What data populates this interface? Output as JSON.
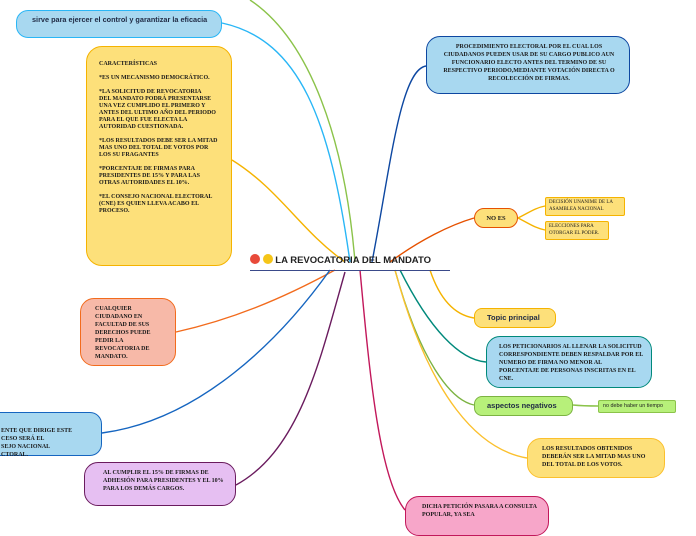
{
  "center": {
    "title": "LA REVOCATORIA DEL MANDATO"
  },
  "nodes": {
    "control": "sirve para ejercer el control y garantizar la eficacia",
    "caracteristicas": "CARACTERÍSTICAS\n\n*ES UN MECANISMO DEMOCRÁTICO.\n\n*LA SOLICITUD DE REVOCATORIA\nDEL MANDATO PODRÁ PRESENTARSE\nUNA VEZ CUMPLIDO EL PRIMERO Y ANTES DEL ULTIMO AÑO DEL PERIODO PARA EL QUE FUE ELECTA LA AUTORIDAD CUESTIONADA.\n\n*LOS RESULTADOS DEBE SER LA MITAD MAS UNO DEL TOTAL DE VOTOS POR LOS SU FRAGANTES\n\n*PORCENTAJE DE FIRMAS PARA PRESIDENTES DE 15% Y PARA LAS OTRAS AUTORIDADES EL 10%.\n\n*EL CONSEJO NACIONAL ELECTORAL (CNE) ES QUIEN LLEVA ACABO EL PROCESO.",
    "cualquier": "CUALQUIER CIUDADANO EN FACULTAD DE SUS DERECHOS PUEDE PEDIR LA REVOCATORIA DE MANDATO.",
    "ente": "ENTE QUE DIRIGE ESTE\nCESO SERÁ EL\nSEJO NACIONAL\nCTORAL.",
    "al_cumplir": "AL CUMPLIR EL 15% DE FIRMAS DE ADHESIÓN PARA PRESIDENTES Y EL 10% PARA LOS DEMÁS CARGOS.",
    "procedimiento": "PROCEDIMIENTO ELECTORAL POR EL CUAL LOS CIUDADANOS PUEDEN USAR DE SU CARGO PUBLICO AUN FUNCIONARIO ELECTO ANTES DEL TERMINO DE SU RESPECTIVO PERIODO,MEDIANTE VOTACIÓN DIRECTA O RECOLECCIÓN DE FIRMAS.",
    "no_es": "NO ES",
    "decision": "DECISIÓN UNANIME DE LA ASAMBLEA NACIONAL",
    "elecciones": "ELECCIONES PARA OTORGAR EL PODER.",
    "topic": "Topic principal",
    "peticionarios": "LOS PETICIONARIOS AL LLENAR LA SOLICITUD CORRESPONDIENTE DEBEN RESPALDAR POR EL NUMERO DE FIRMA NO MENOR AL PORCENTAJE DE PERSONAS INSCRITAS EN EL CNE.",
    "aspectos": "aspectos negativos",
    "no_debe": "no debe haber un tiempo",
    "resultados": "LOS RESULTADOS OBTENIDOS DEBERÁN SER LA MITAD MAS UNO DEL TOTAL DE LOS VOTOS.",
    "dicha": "DICHA PETICIÓN PASARA A CONSULTA POPULAR, YA SEA"
  },
  "colors": {
    "blue_node": "#a8d8f0",
    "yellow_node": "#fde07a",
    "salmon_node": "#f7b9a8",
    "purple_node": "#e6bff2",
    "pink_node": "#f7a6c9",
    "green_node": "#b7f07a"
  }
}
